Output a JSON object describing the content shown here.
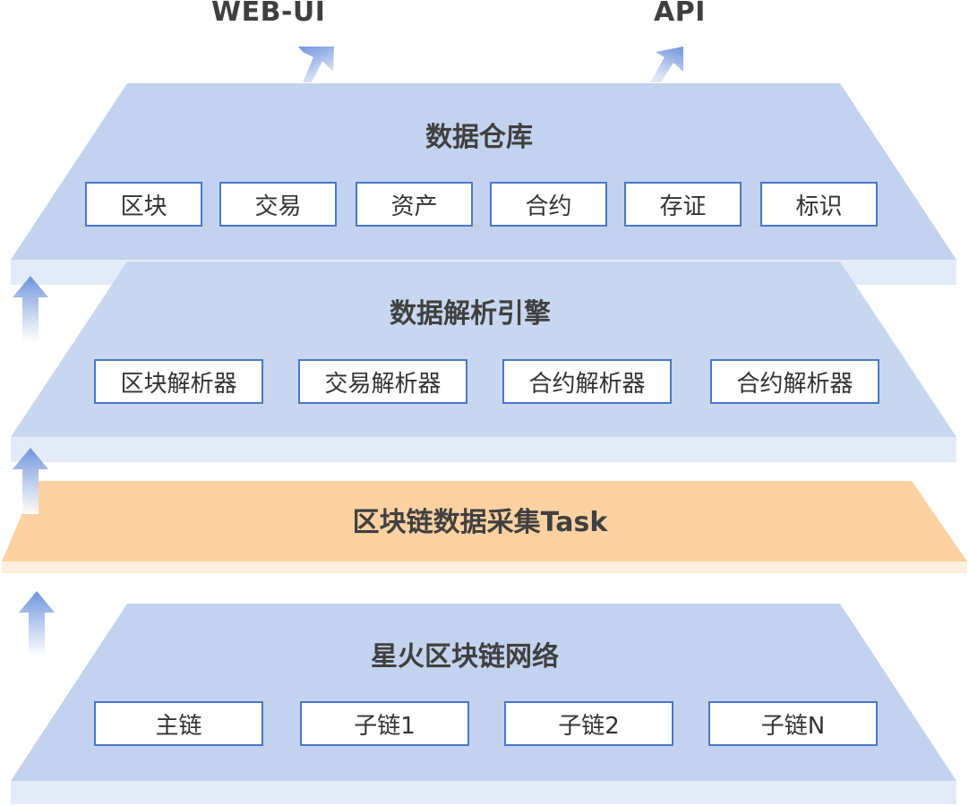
{
  "outputs": {
    "web_ui": "WEB-UI",
    "api": "API"
  },
  "layers": {
    "warehouse": {
      "title": "数据仓库",
      "items": [
        "区块",
        "交易",
        "资产",
        "合约",
        "存证",
        "标识"
      ]
    },
    "engine": {
      "title": "数据解析引擎",
      "items": [
        "区块解析器",
        "交易解析器",
        "合约解析器",
        "合约解析器"
      ]
    },
    "task": {
      "title": "区块链数据采集Task"
    },
    "network": {
      "title": "星火区块链网络",
      "items": [
        "主链",
        "子链1",
        "子链2",
        "子链N"
      ]
    }
  },
  "colors": {
    "layer_blue": "#c3d2ef",
    "layer_shadow": "#e4ebf8",
    "task_orange": "#fdd1a1",
    "box_border": "#4a78c8",
    "arrow_blue": "#7b9ee0"
  }
}
